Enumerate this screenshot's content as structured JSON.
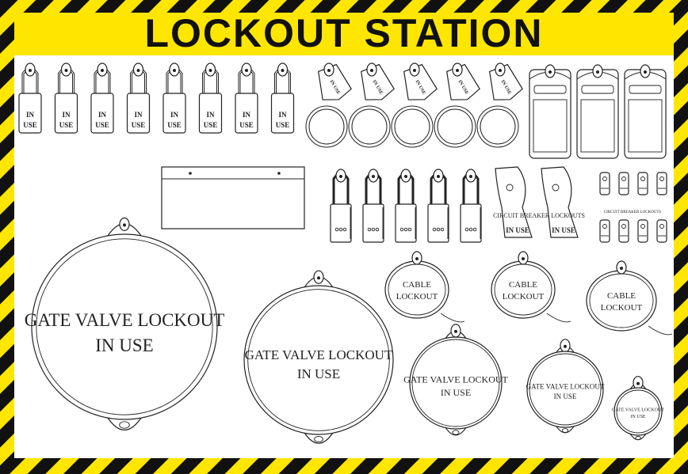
{
  "title": "LOCKOUT STATION",
  "colors": {
    "accent": "#ffe600",
    "stripe_dark": "#111111",
    "outline": "#222222",
    "background": "#ffffff"
  },
  "padlock_label": [
    "IN",
    "USE"
  ],
  "hasp_tag_label": "IN USE",
  "breaker_caption": "CIRCUIT BREAKER LOCKOUTS",
  "breaker_lockout_label": "IN USE",
  "small_breaker_caption": "CIRCUIT BREAKER LOCKOUTS",
  "cable_lockout_label": [
    "CABLE",
    "LOCKOUT"
  ],
  "gate_valve_label": [
    "GATE VALVE LOCKOUT",
    "IN USE"
  ],
  "counts": {
    "padlocks": 8,
    "hasps": 5,
    "lock_boxes": 3,
    "steel_hasps": 5,
    "breaker_lockouts": 2,
    "cable_lockouts": 3,
    "gate_valve_lockouts": 5
  }
}
